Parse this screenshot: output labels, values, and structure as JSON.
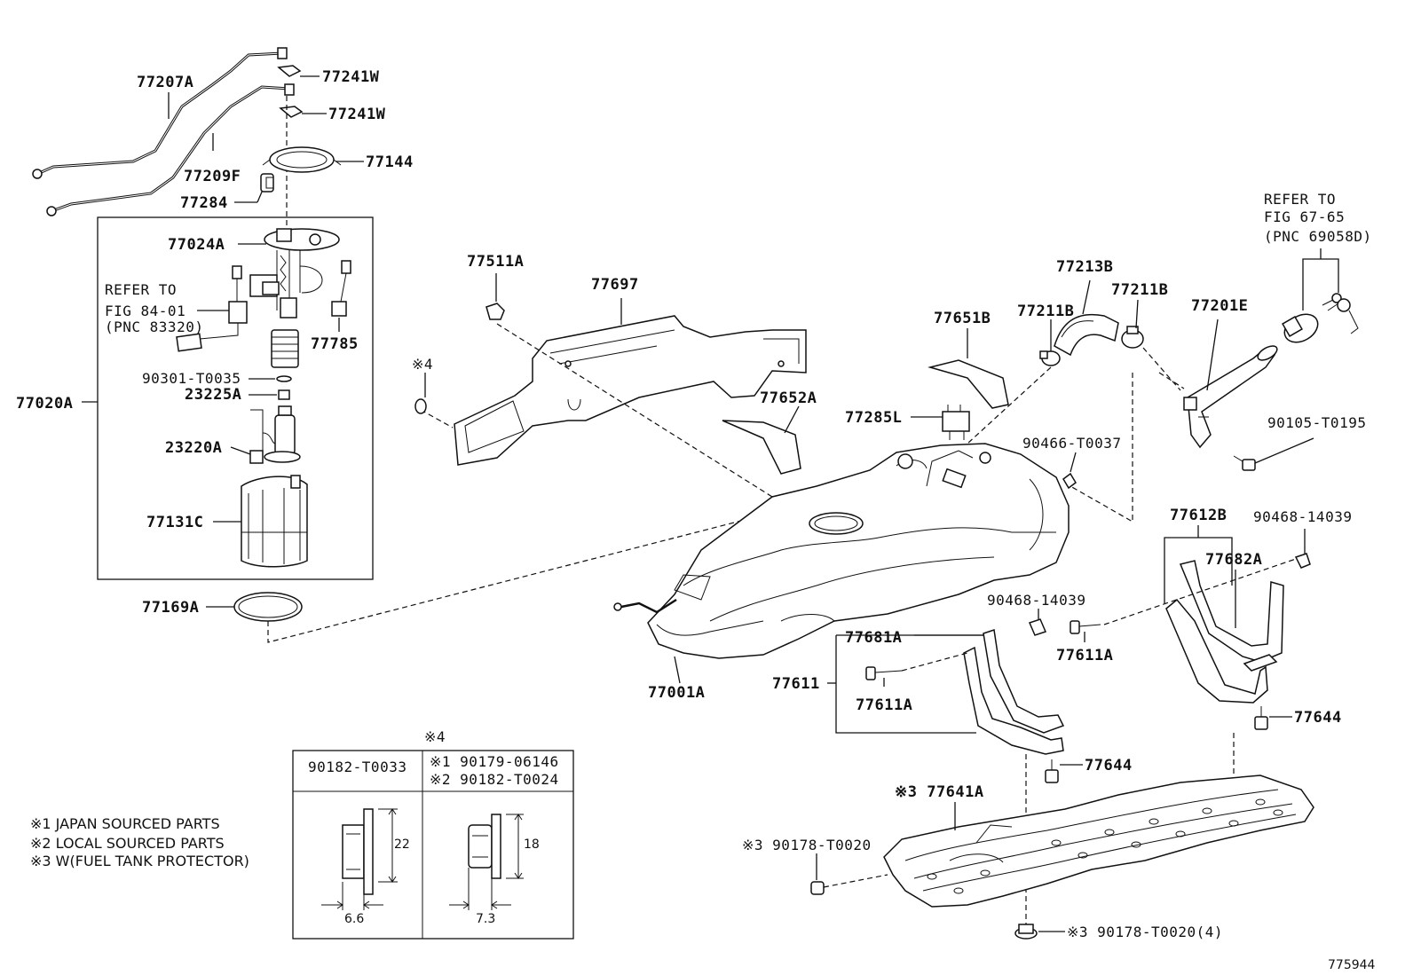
{
  "labels": {
    "p77207A": "77207A",
    "p77241W_a": "77241W",
    "p77241W_b": "77241W",
    "p77209F": "77209F",
    "p77144": "77144",
    "p77284": "77284",
    "p77024A": "77024A",
    "p77785": "77785",
    "p90301": "90301-T0035",
    "p23225A": "23225A",
    "p77020A": "77020A",
    "p23220A": "23220A",
    "p77131C": "77131C",
    "p77169A": "77169A",
    "p77511A": "77511A",
    "p77697": "77697",
    "p77651B": "77651B",
    "p77652A": "77652A",
    "p77213B": "77213B",
    "p77211B_a": "77211B",
    "p77211B_b": "77211B",
    "p77201E": "77201E",
    "p77285L": "77285L",
    "p90466": "90466-T0037",
    "p90105": "90105-T0195",
    "p77612B": "77612B",
    "p90468_a": "90468-14039",
    "p77682A": "77682A",
    "p90468_b": "90468-14039",
    "p77681A": "77681A",
    "p77611A_a": "77611A",
    "p77611": "77611",
    "p77611A_b": "77611A",
    "p77644_a": "77644",
    "p77644_b": "77644",
    "p77001A": "77001A",
    "p77641A": "※3 77641A",
    "p90178_a": "※3 90178-T0020",
    "p90178_b": "※3 90178-T0020(4)",
    "x4_mark": "※4",
    "diagram_id": "775944"
  },
  "refs": {
    "pump_ref": [
      "REFER TO",
      "FIG 84-01",
      "(PNC 83320)"
    ],
    "filler_ref": [
      "REFER TO",
      "FIG 67-65",
      "(PNC 69058D)"
    ]
  },
  "table": {
    "mark": "※4",
    "col1_header": "90182-T0033",
    "col2_header_1": "※1 90179-06146",
    "col2_header_2": "※2 90182-T0024",
    "dim1_h": "22",
    "dim1_w": "6.6",
    "dim2_h": "18",
    "dim2_w": "7.3"
  },
  "notes": [
    "※1 JAPAN SOURCED PARTS",
    "※2 LOCAL SOURCED PARTS",
    "※3 W(FUEL TANK PROTECTOR)"
  ]
}
